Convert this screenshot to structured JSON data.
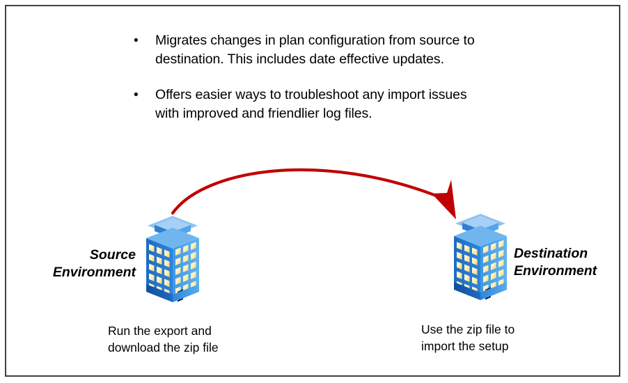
{
  "slide": {
    "background_color": "#FFFFFF",
    "border_color": "#404040"
  },
  "bullets": [
    {
      "marker": "•",
      "text": "Migrates changes in plan configuration from source to destination. This includes date effective updates."
    },
    {
      "marker": "•",
      "text": "Offers easier ways to troubleshoot any import issues with improved and friendlier log files."
    }
  ],
  "diagram": {
    "arrow": {
      "name": "migration-arrow",
      "color": "#C00000",
      "direction": "source-to-destination"
    },
    "source": {
      "label": "Source\nEnvironment",
      "caption": "Run the export and\ndownload the zip file",
      "icon": "office-building-icon"
    },
    "destination": {
      "label": "Destination\nEnvironment",
      "caption": "Use the zip file to\nimport the setup",
      "icon": "office-building-icon"
    }
  },
  "colors": {
    "building_light_blue": "#5FA9E8",
    "building_mid_blue": "#2E7FD4",
    "building_dark_blue": "#1556B0",
    "building_roof_top": "#8FC2F0",
    "window_yellow": "#FFE89A",
    "window_pale": "#FFF8D8",
    "arrow_red": "#C00000",
    "text_black": "#000000"
  }
}
